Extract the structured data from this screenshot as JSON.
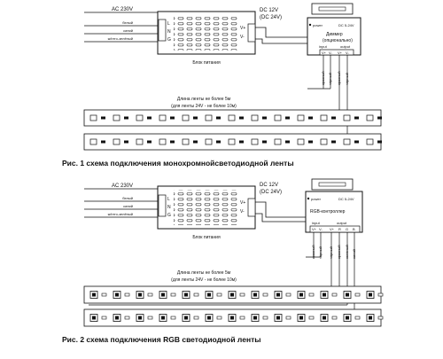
{
  "diagram1": {
    "ac_label": "AC 230V",
    "wires": [
      "белый",
      "синий",
      "жёлто-зелёный"
    ],
    "terminals_in": [
      "L",
      "N",
      "G"
    ],
    "terminals_out": [
      "V+",
      "V-"
    ],
    "psu_label": "Блок питания",
    "dc_label": "DC 12V",
    "dc_label_alt": "(DC 24V)",
    "controller_power": "power",
    "controller_dc": "DC 5-24V",
    "controller_name": "Диммер",
    "controller_name_2": "(опционально)",
    "controller_input": "input",
    "controller_output": "output",
    "port_labels": [
      "V+",
      "V-",
      "V+",
      "V-"
    ],
    "vertical_wire_labels": [
      "красный",
      "чёрный",
      "красный",
      "чёрный"
    ],
    "strip_note": "Длина ленты не более 5м",
    "strip_note_2": "(для ленты 24V - не более 10м)",
    "caption": "Рис. 1 схема подключения монохромнойсветодиодной ленты"
  },
  "diagram2": {
    "ac_label": "AC 230V",
    "wires": [
      "белый",
      "синий",
      "жёлто-зелёный"
    ],
    "terminals_in": [
      "L",
      "N",
      "G"
    ],
    "terminals_out": [
      "V+",
      "V-"
    ],
    "psu_label": "Блок питания",
    "dc_label": "DC 12V",
    "dc_label_alt": "(DC 24V)",
    "controller_power": "power",
    "controller_dc": "DC 5-24V",
    "controller_name": "RGB-контроллер",
    "controller_input": "input",
    "controller_output": "output",
    "port_labels": [
      "V+",
      "V-",
      "V+",
      "R",
      "G",
      "B"
    ],
    "vertical_wire_labels": [
      "красный",
      "чёрный",
      "чёрный",
      "красный",
      "зелёный",
      "синий"
    ],
    "strip_note": "Длина ленты не более 5м",
    "strip_note_2": "(для ленты 24V - не более 10м)",
    "caption": "Рис. 2 схема подключения RGB светодиодной ленты"
  }
}
